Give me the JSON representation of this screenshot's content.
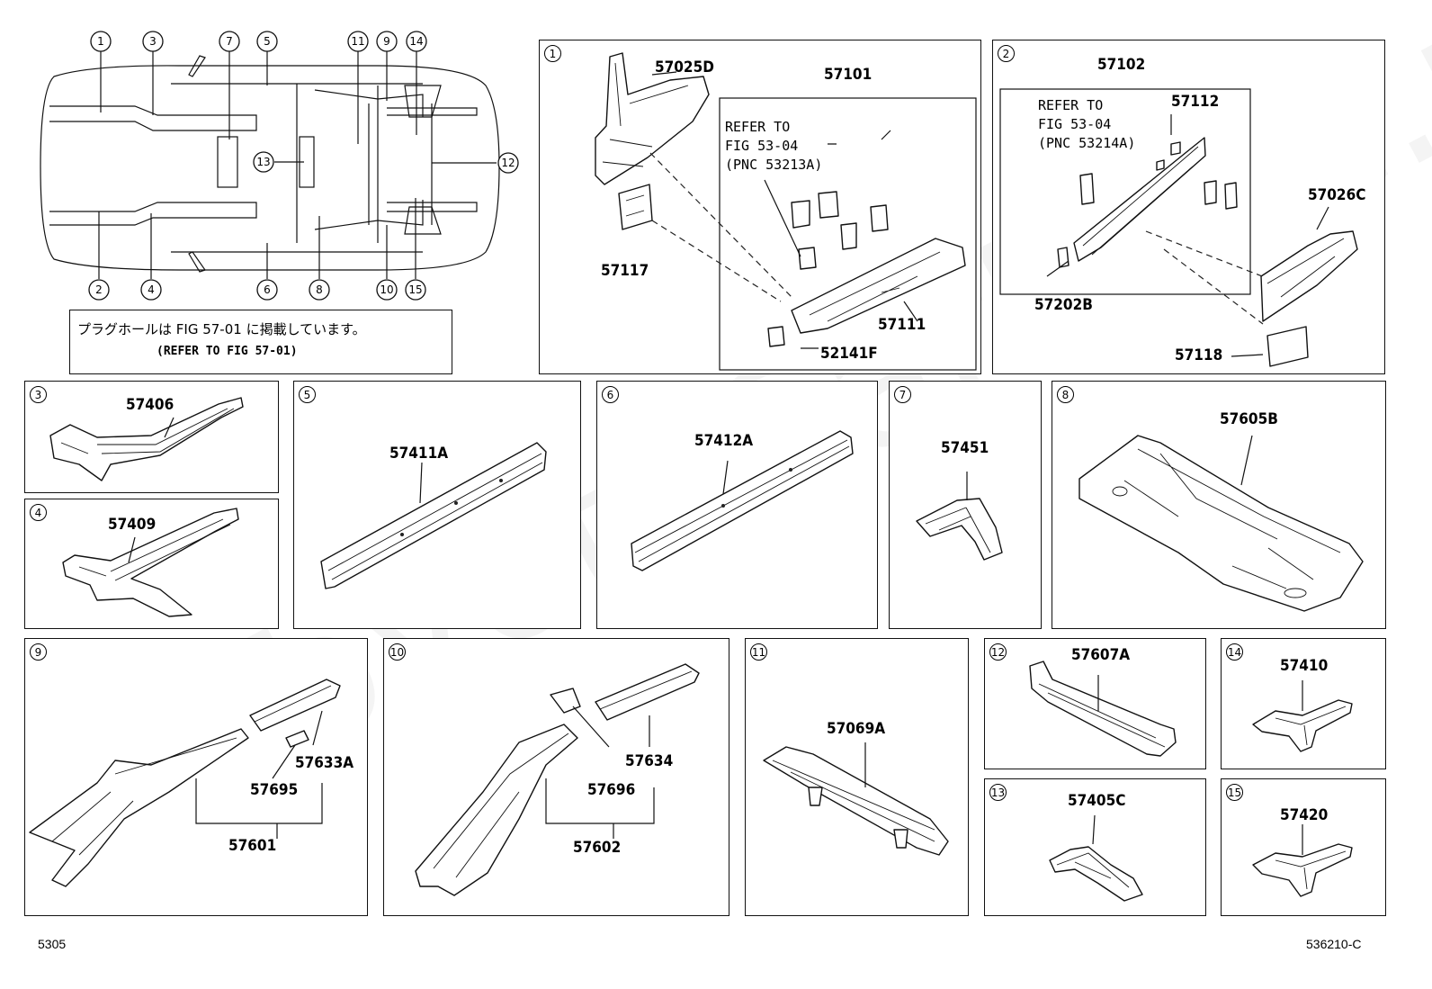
{
  "overview": {
    "callouts": [
      "1",
      "3",
      "7",
      "5",
      "11",
      "9",
      "14",
      "13",
      "12",
      "2",
      "4",
      "6",
      "8",
      "10",
      "15"
    ]
  },
  "note": {
    "line1": "プラグホールは FIG 57-01 に掲載しています。",
    "line2": "(REFER TO FIG 57-01)"
  },
  "panels": {
    "p1": {
      "num": "1",
      "labels": [
        "57025D",
        "57101",
        "57117",
        "57111",
        "52141F"
      ],
      "ref": "REFER TO\nFIG 53-04\n(PNC 53213A)"
    },
    "p2": {
      "num": "2",
      "labels": [
        "57102",
        "57112",
        "57026C",
        "57202B",
        "57118"
      ],
      "ref": "REFER TO\nFIG 53-04\n(PNC 53214A)"
    },
    "p3": {
      "num": "3",
      "labels": [
        "57406"
      ]
    },
    "p4": {
      "num": "4",
      "labels": [
        "57409"
      ]
    },
    "p5": {
      "num": "5",
      "labels": [
        "57411A"
      ]
    },
    "p6": {
      "num": "6",
      "labels": [
        "57412A"
      ]
    },
    "p7": {
      "num": "7",
      "labels": [
        "57451"
      ]
    },
    "p8": {
      "num": "8",
      "labels": [
        "57605B"
      ]
    },
    "p9": {
      "num": "9",
      "labels": [
        "57633A",
        "57695",
        "57601"
      ]
    },
    "p10": {
      "num": "10",
      "labels": [
        "57634",
        "57696",
        "57602"
      ]
    },
    "p11": {
      "num": "11",
      "labels": [
        "57069A"
      ]
    },
    "p12": {
      "num": "12",
      "labels": [
        "57607A"
      ]
    },
    "p13": {
      "num": "13",
      "labels": [
        "57405C"
      ]
    },
    "p14": {
      "num": "14",
      "labels": [
        "57410"
      ]
    },
    "p15": {
      "num": "15",
      "labels": [
        "57420"
      ]
    }
  },
  "footer": {
    "left": "5305",
    "right": "536210-C"
  },
  "watermark": "ToyotaCarMine.ru"
}
